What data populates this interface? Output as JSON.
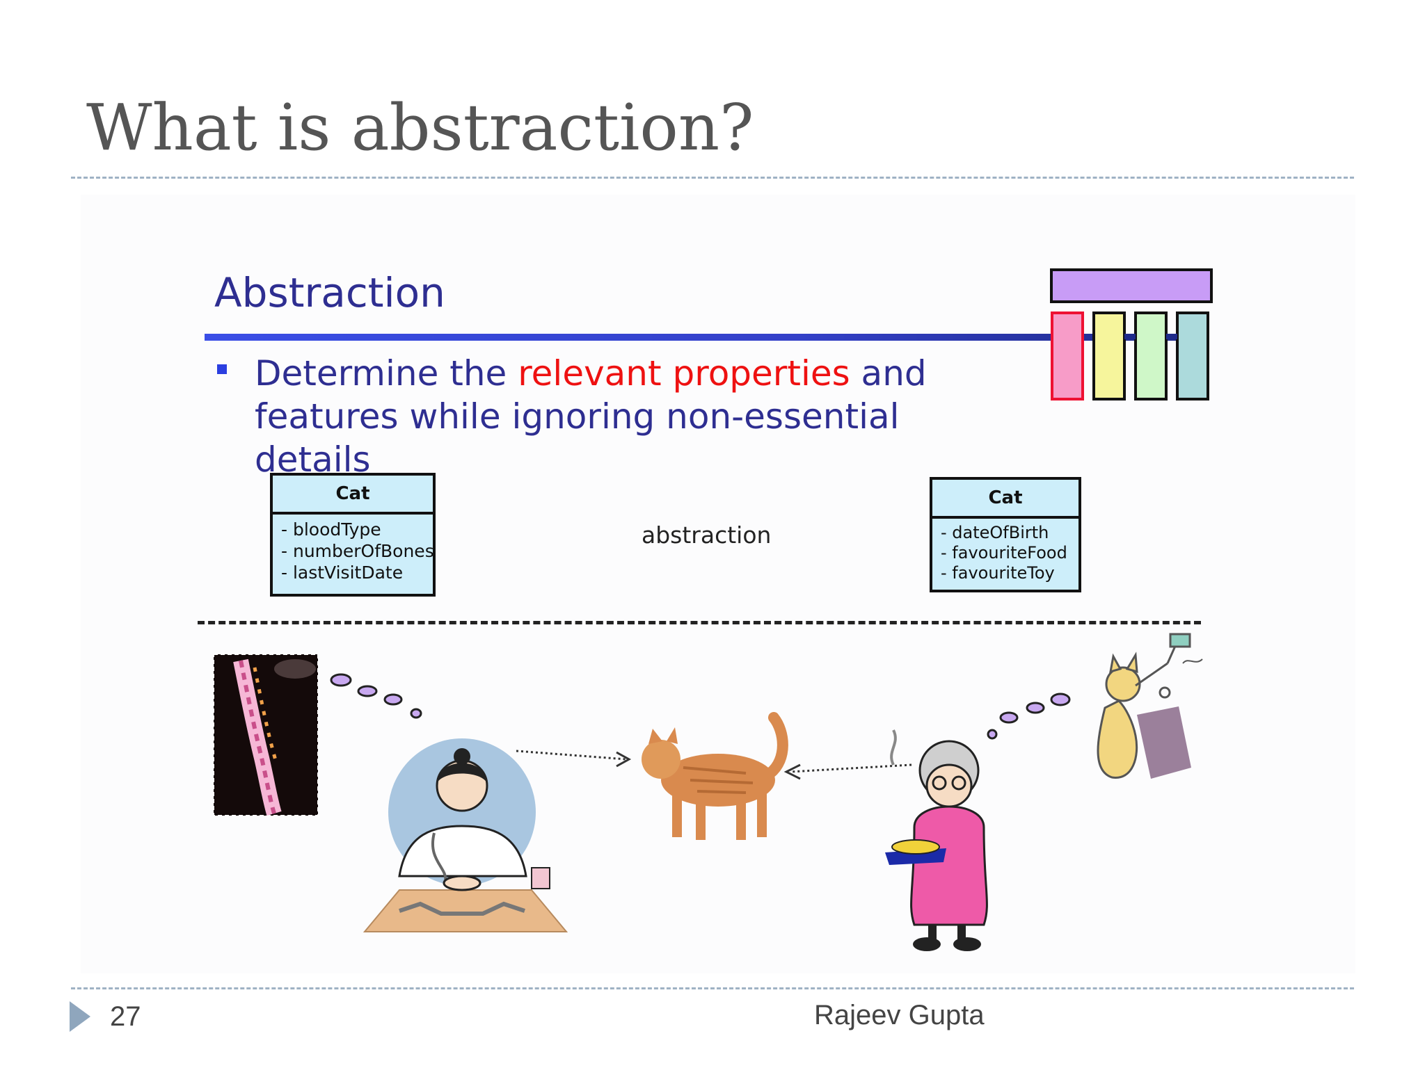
{
  "slide": {
    "title": "What is abstraction?",
    "page_number": "27",
    "author": "Rajeev Gupta"
  },
  "content": {
    "heading": "Abstraction",
    "bullet": {
      "part1": "Determine the ",
      "highlight": "relevant properties",
      "part2": " and features while ignoring non-essential details"
    },
    "abstraction_label": "abstraction",
    "left_class": {
      "name": "Cat",
      "attributes": [
        "- bloodType",
        "- numberOfBones",
        "- lastVisitDate"
      ]
    },
    "right_class": {
      "name": "Cat",
      "attributes": [
        "- dateOfBirth",
        "- favouriteFood",
        "- favouriteToy"
      ]
    }
  },
  "colors": {
    "title_text": "#555555",
    "heading_text": "#2e2e91",
    "highlight_text": "#ee1111",
    "uml_fill": "#cdeefa",
    "dashed_rule": "#9fb2c4"
  },
  "icons": [
    "slide-arrow-icon",
    "spine-image",
    "vet-illustration",
    "cat-image",
    "grandma-illustration",
    "cat-toy-illustration",
    "class-blocks-icon"
  ]
}
